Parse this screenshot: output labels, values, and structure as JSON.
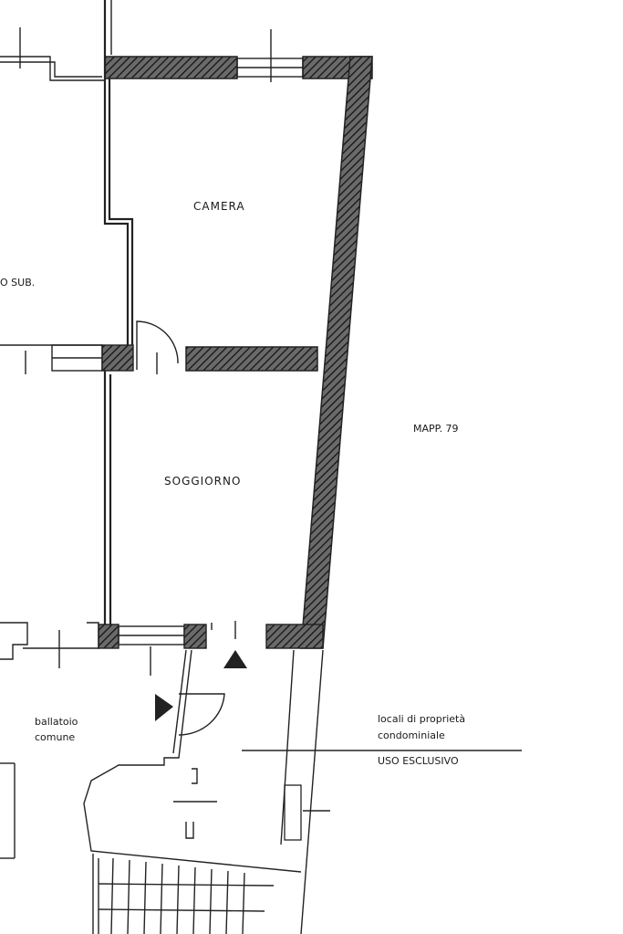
{
  "labels": {
    "camera": "CAMERA",
    "soggiorno": "SOGGIORNO",
    "mapp": "MAPP. 79",
    "sub": "O SUB.",
    "ballatoio_line1": "ballatoio",
    "ballatoio_line2": "comune",
    "locali_line1": "locali di proprietà",
    "locali_line2": "condominiale",
    "uso": "USO ESCLUSIVO"
  },
  "colors": {
    "ink": "#222222",
    "hatch": "#333333",
    "paper": "#ffffff"
  }
}
